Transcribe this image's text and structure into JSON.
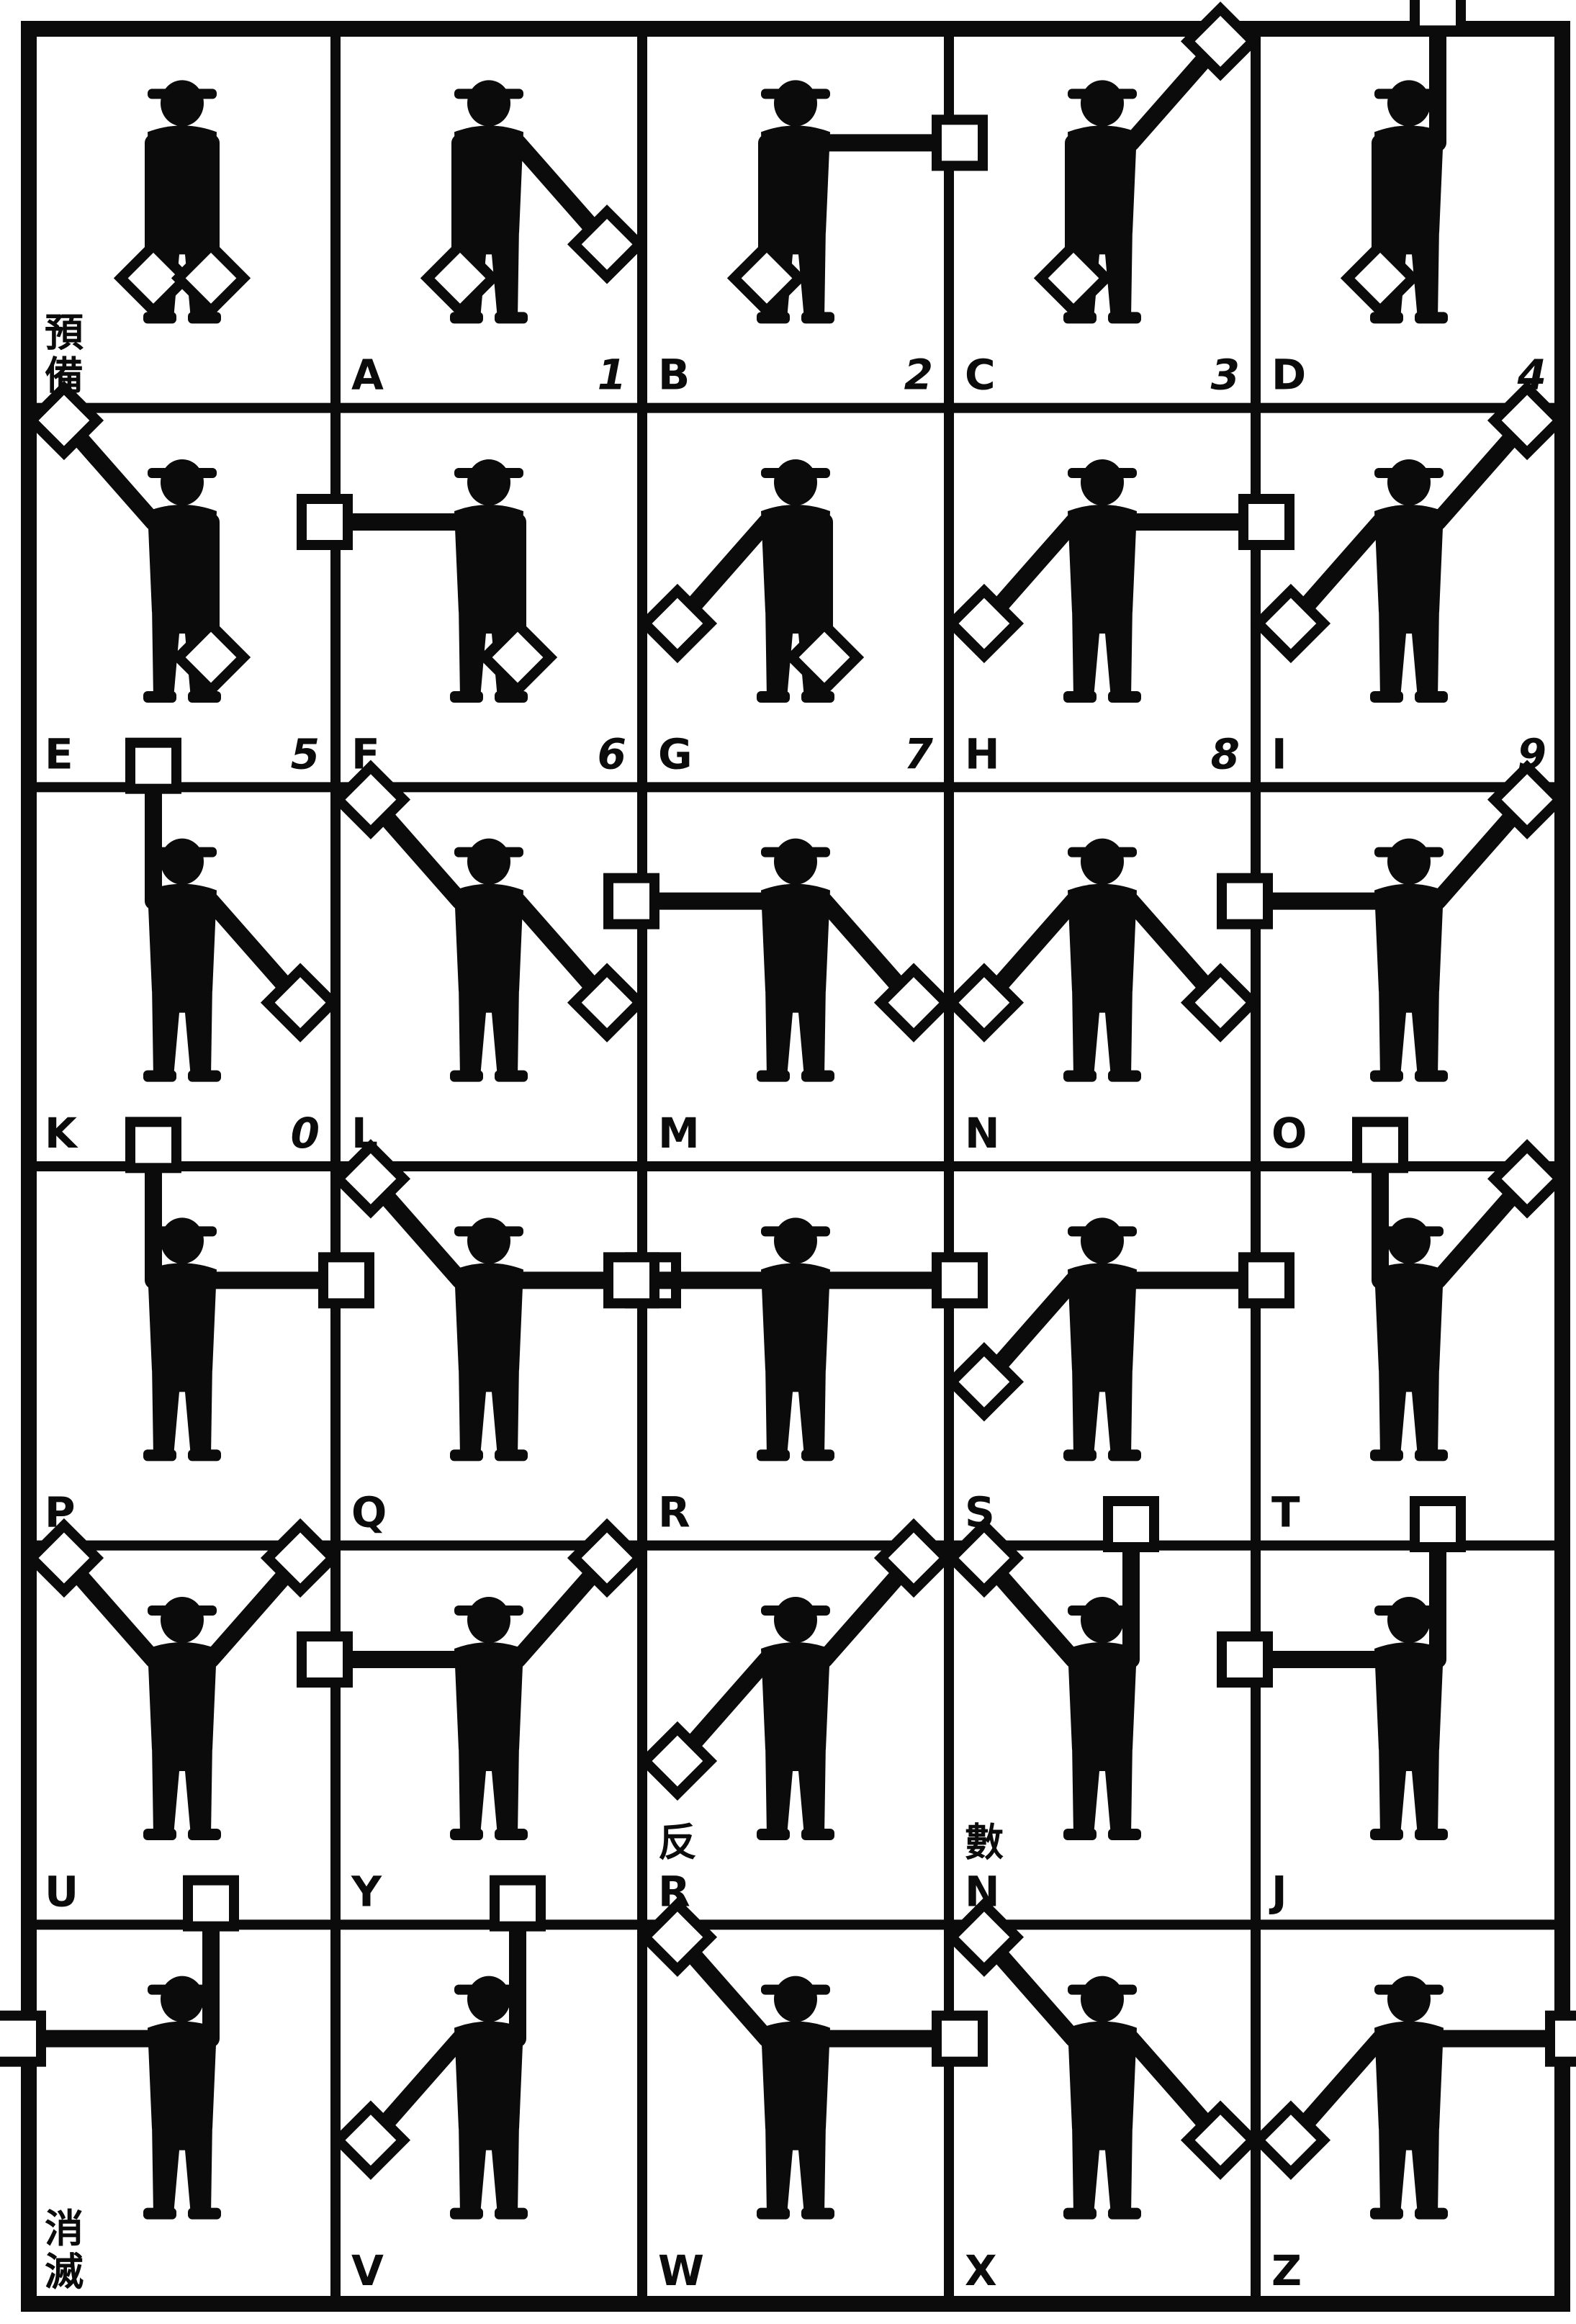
{
  "colors": {
    "ink": "#0b0b0b",
    "paper": "#ffffff"
  },
  "chart_data": {
    "type": "semaphore-alphabet-table",
    "rows": 6,
    "cols": 5,
    "cells": [
      {
        "letter": "",
        "digit": "",
        "glyph": "預 備",
        "left": "down",
        "right": "down"
      },
      {
        "letter": "A",
        "digit": "1",
        "glyph": "",
        "left": "down",
        "right": "lowdiag"
      },
      {
        "letter": "B",
        "digit": "2",
        "glyph": "",
        "left": "down",
        "right": "horiz"
      },
      {
        "letter": "C",
        "digit": "3",
        "glyph": "",
        "left": "down",
        "right": "updiag"
      },
      {
        "letter": "D",
        "digit": "4",
        "glyph": "",
        "left": "down",
        "right": "up"
      },
      {
        "letter": "E",
        "digit": "5",
        "glyph": "",
        "left": "updiag",
        "right": "down"
      },
      {
        "letter": "F",
        "digit": "6",
        "glyph": "",
        "left": "horiz",
        "right": "down"
      },
      {
        "letter": "G",
        "digit": "7",
        "glyph": "",
        "left": "lowdiag",
        "right": "down"
      },
      {
        "letter": "H",
        "digit": "8",
        "glyph": "",
        "left": "lowdiag",
        "right": "horiz"
      },
      {
        "letter": "I",
        "digit": "9",
        "glyph": "",
        "left": "lowdiag",
        "right": "updiag"
      },
      {
        "letter": "K",
        "digit": "0",
        "glyph": "",
        "left": "up",
        "right": "lowdiag"
      },
      {
        "letter": "L",
        "digit": "",
        "glyph": "",
        "left": "updiag",
        "right": "lowdiag"
      },
      {
        "letter": "M",
        "digit": "",
        "glyph": "",
        "left": "horiz",
        "right": "lowdiag"
      },
      {
        "letter": "N",
        "digit": "",
        "glyph": "",
        "left": "lowdiag",
        "right": "lowdiag"
      },
      {
        "letter": "O",
        "digit": "",
        "glyph": "",
        "left": "horiz",
        "right": "updiag"
      },
      {
        "letter": "P",
        "digit": "",
        "glyph": "",
        "left": "up",
        "right": "horiz"
      },
      {
        "letter": "Q",
        "digit": "",
        "glyph": "",
        "left": "updiag",
        "right": "horiz"
      },
      {
        "letter": "R",
        "digit": "",
        "glyph": "",
        "left": "horiz",
        "right": "horiz"
      },
      {
        "letter": "S",
        "digit": "",
        "glyph": "",
        "left": "lowdiag",
        "right": "horiz"
      },
      {
        "letter": "T",
        "digit": "",
        "glyph": "",
        "left": "up",
        "right": "updiag"
      },
      {
        "letter": "U",
        "digit": "",
        "glyph": "",
        "left": "updiag",
        "right": "updiag"
      },
      {
        "letter": "Y",
        "digit": "",
        "glyph": "",
        "left": "horiz",
        "right": "updiag"
      },
      {
        "letter": "R",
        "digit": "",
        "glyph": "反",
        "left": "lowdiag",
        "right": "updiag"
      },
      {
        "letter": "N",
        "digit": "",
        "glyph": "數",
        "left": "updiag",
        "right": "up"
      },
      {
        "letter": "J",
        "digit": "",
        "glyph": "",
        "left": "horiz",
        "right": "up"
      },
      {
        "letter": "",
        "digit": "",
        "glyph": "消 滅",
        "left": "horiz",
        "right": "up"
      },
      {
        "letter": "V",
        "digit": "",
        "glyph": "",
        "left": "lowdiag",
        "right": "up"
      },
      {
        "letter": "W",
        "digit": "",
        "glyph": "",
        "left": "updiag",
        "right": "horiz"
      },
      {
        "letter": "X",
        "digit": "",
        "glyph": "",
        "left": "updiag",
        "right": "lowdiag"
      },
      {
        "letter": "Z",
        "digit": "",
        "glyph": "",
        "left": "lowdiag",
        "right": "horiz"
      }
    ]
  }
}
